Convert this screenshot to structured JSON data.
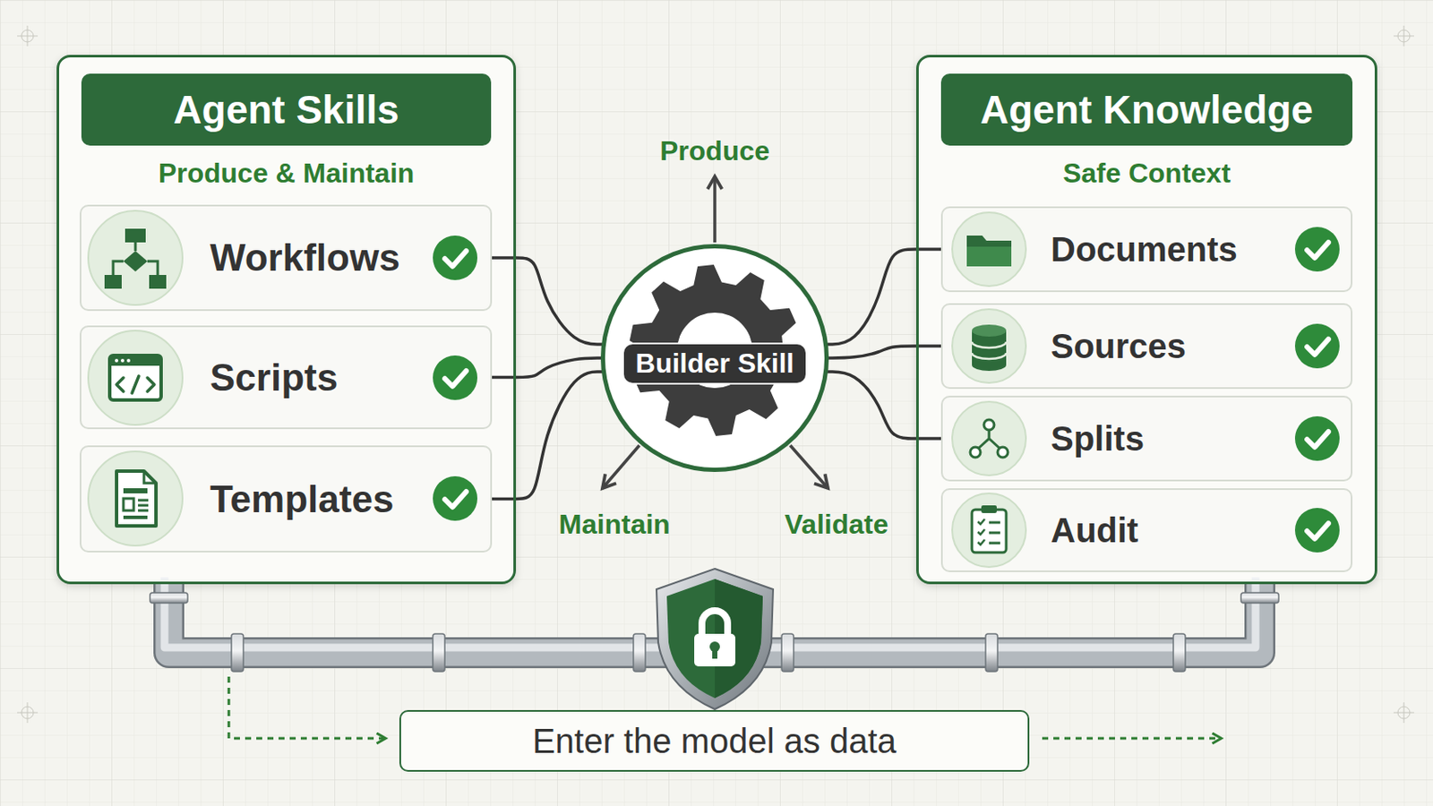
{
  "diagram": {
    "nodes": [
      {
        "text": [
          "Agent Skills",
          "Produce & Maintain"
        ]
      },
      {
        "text": [
          "Workflows"
        ],
        "in": 0
      },
      {
        "text": [
          "Scripts"
        ],
        "in": 0
      },
      {
        "text": [
          "Templates"
        ],
        "in": 0
      },
      {
        "text": [
          "Builder Skill"
        ]
      },
      {
        "text": [
          "Agent Knowledge",
          "Safe Context"
        ]
      },
      {
        "text": [
          "Documents"
        ],
        "in": 5
      },
      {
        "text": [
          "Sources"
        ],
        "in": 5
      },
      {
        "text": [
          "Splits"
        ],
        "in": 5
      },
      {
        "text": [
          "Audit"
        ],
        "in": 5
      },
      {
        "text": [
          "Enter the model as data"
        ]
      }
    ],
    "edges": [
      {
        "from": 1,
        "to": 4,
        "arrow": "none"
      },
      {
        "from": 2,
        "to": 4,
        "arrow": "none"
      },
      {
        "from": 3,
        "to": 4,
        "arrow": "none"
      },
      {
        "from": 4,
        "to": 6,
        "arrow": "none"
      },
      {
        "from": 4,
        "to": 7,
        "arrow": "none"
      },
      {
        "from": 4,
        "to": 8,
        "arrow": "none"
      },
      {
        "from": 0,
        "to": 5,
        "arrow": "none"
      }
    ],
    "labels": [
      "Produce",
      "Maintain",
      "Validate"
    ]
  }
}
